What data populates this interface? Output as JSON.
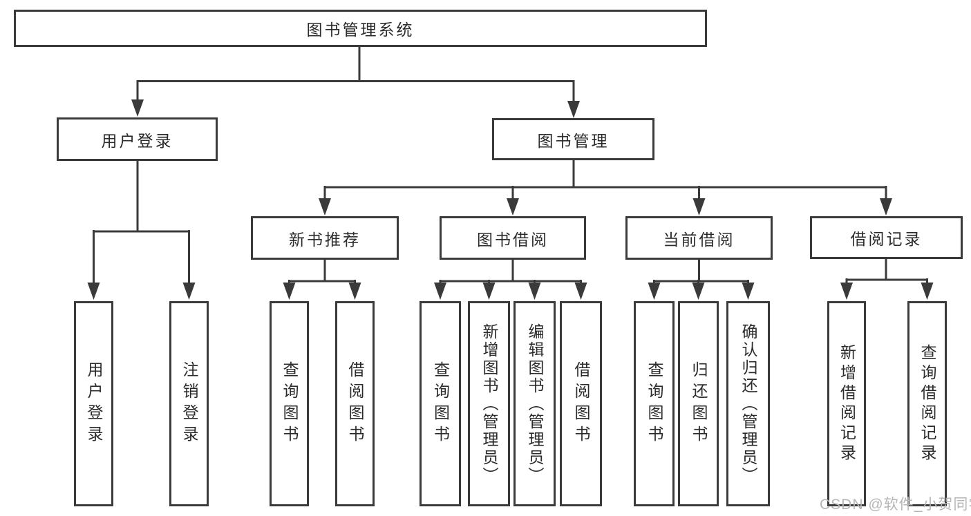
{
  "diagram": {
    "title": "图书管理系统",
    "root": {
      "label": "图书管理系统"
    },
    "level2": [
      {
        "id": "user-login",
        "label": "用户登录"
      },
      {
        "id": "book-management",
        "label": "图书管理"
      }
    ],
    "level3": [
      {
        "id": "new-book-recommendation",
        "label": "新书推荐"
      },
      {
        "id": "book-borrowing",
        "label": "图书借阅"
      },
      {
        "id": "current-borrowing",
        "label": "当前借阅"
      },
      {
        "id": "borrowing-records",
        "label": "借阅记录"
      }
    ],
    "leaf_groups": [
      {
        "parent": "用户登录",
        "items": [
          "用户登录",
          "注销登录"
        ]
      },
      {
        "parent": "新书推荐",
        "items": [
          "查询图书",
          "借阅图书"
        ]
      },
      {
        "parent": "图书借阅",
        "items": [
          "查询图书",
          "新增图书（管理员）",
          "编辑图书（管理员）",
          "借阅图书"
        ]
      },
      {
        "parent": "当前借阅",
        "items": [
          "查询图书",
          "归还图书",
          "确认归还（管理员）"
        ]
      },
      {
        "parent": "借阅记录",
        "items": [
          "新增借阅记录",
          "查询借阅记录"
        ]
      }
    ]
  },
  "watermark": "CSDN @软件_小贺同学",
  "colors": {
    "line": "#3a3a3a",
    "text": "#2b2b2b",
    "watermark": "#b5b5b5",
    "background": "#ffffff"
  }
}
